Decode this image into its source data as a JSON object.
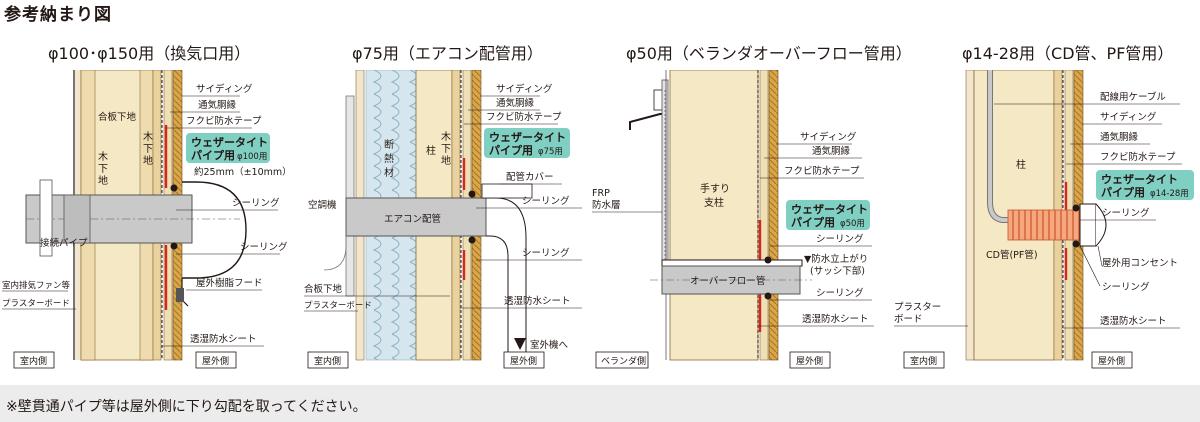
{
  "page_title": "参考納まり図",
  "footer_note": "※壁貫通パイプ等は屋外側に下り勾配を取ってください。",
  "colors": {
    "wood": "#f5e8c4",
    "wood_stripe": "#c99a3c",
    "brown": "#8b6a38",
    "insulation": "#cfe2ea",
    "pipe_gray": "#c9c9c9",
    "highlight": "#7fcfc2",
    "red_tape": "#d9261c",
    "duct": "#f07c4a",
    "footer_bg": "#ececec"
  },
  "panels": [
    {
      "title": "φ100･φ150用（換気口用）",
      "labels": {
        "siding": "サイディング",
        "furring": "通気胴縁",
        "flexi_tape": "フクビ防水テープ",
        "plywood": "合板下地",
        "wood_base_1": "木",
        "wood_base_2": "下",
        "wood_base_3": "地",
        "wood_left_1": "木",
        "wood_left_2": "下",
        "wood_left_3": "地",
        "clearance": "約25mm（±10mm）",
        "sealing_1": "シーリング",
        "sealing_2": "シーリング",
        "connection_pipe": "接続パイプ",
        "resin_hood": "屋外樹脂フード",
        "fan": "室内排気ファン等",
        "plaster": "プラスターボード",
        "membrane": "透湿防水シート",
        "indoor": "室内側",
        "outdoor": "屋外側"
      },
      "highlight": {
        "line1": "ウェザータイト",
        "line2": "パイプ用",
        "size": "φ100用"
      }
    },
    {
      "title": "φ75用（エアコン配管用）",
      "labels": {
        "siding": "サイディング",
        "furring": "通気胴縁",
        "flexi_tape": "フクビ防水テープ",
        "insulation_1": "断",
        "insulation_2": "熱",
        "insulation_3": "材",
        "post": "柱",
        "wood_base_1": "木",
        "wood_base_2": "下",
        "wood_base_3": "地",
        "pipe_cover": "配管カバー",
        "aircon": "空調機",
        "sealing_1": "シーリング",
        "aircon_pipe": "エアコン配管",
        "sealing_2": "シーリング",
        "plywood": "合板下地",
        "plaster": "プラスターボード",
        "membrane": "透湿防水シート",
        "to_outdoor_unit": "室外機へ",
        "indoor": "室内側",
        "outdoor": "屋外側"
      },
      "highlight": {
        "line1": "ウェザータイト",
        "line2": "パイプ用",
        "size": "φ75用"
      }
    },
    {
      "title": "φ50用（ベランダオーバーフロー管用）",
      "labels": {
        "frp_1": "FRP",
        "frp_2": "防水層",
        "handrail_1": "手すり",
        "handrail_2": "支柱",
        "siding": "サイディング",
        "furring": "通気胴縁",
        "flexi_tape": "フクビ防水テープ",
        "sealing_1": "シーリング",
        "waterproof_rise_1": "▼防水立上がり",
        "waterproof_rise_2": "(サッシ下部)",
        "overflow_pipe": "オーバーフロー管",
        "sealing_2": "シーリング",
        "membrane": "透湿防水シート",
        "veranda": "ベランダ側",
        "outdoor": "屋外側"
      },
      "highlight": {
        "line1": "ウェザータイト",
        "line2": "パイプ用",
        "size": "φ50用"
      }
    },
    {
      "title": "φ14-28用（CD管、PF管用）",
      "labels": {
        "cable": "配線用ケーブル",
        "siding": "サイディング",
        "furring": "通気胴縁",
        "flexi_tape": "フクビ防水テープ",
        "post": "柱",
        "sealing_1": "シーリング",
        "cd_pipe": "CD管(PF管)",
        "outlet": "屋外用コンセント",
        "sealing_2": "シーリング",
        "plaster_1": "プラスター",
        "plaster_2": "ボード",
        "membrane": "透湿防水シート",
        "indoor": "室内側",
        "outdoor": "屋外側"
      },
      "highlight": {
        "line1": "ウェザータイト",
        "line2": "パイプ用",
        "size": "φ14-28用"
      }
    }
  ]
}
